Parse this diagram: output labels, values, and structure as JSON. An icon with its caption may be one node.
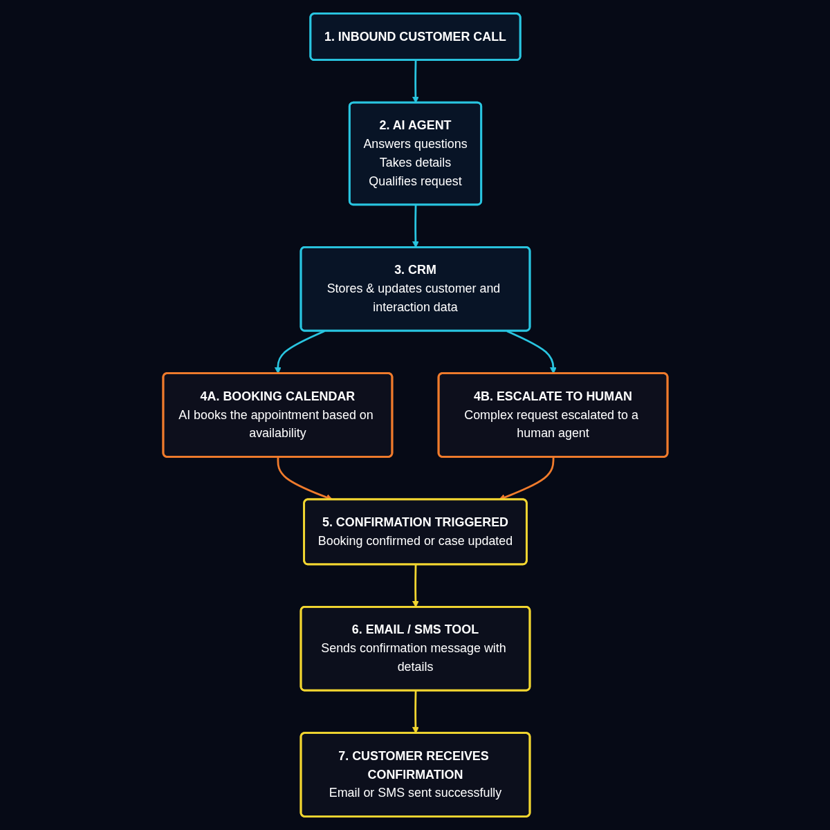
{
  "diagram": {
    "nodes": [
      {
        "text": [
          "1. INBOUND CUSTOMER CALL"
        ]
      },
      {
        "text": [
          "2. AI AGENT",
          "Answers questions",
          "Takes details",
          "Qualifies request"
        ]
      },
      {
        "text": [
          "3. CRM",
          "Stores & updates customer and interaction data"
        ]
      },
      {
        "text": [
          "4A. BOOKING CALENDAR",
          "AI books the appointment based on availability"
        ]
      },
      {
        "text": [
          "4B. ESCALATE TO HUMAN",
          "Complex request escalated to a human agent"
        ]
      },
      {
        "text": [
          "5. CONFIRMATION TRIGGERED",
          "Booking confirmed or case updated"
        ]
      },
      {
        "text": [
          "6. EMAIL / SMS TOOL",
          "Sends confirmation message with details"
        ]
      },
      {
        "text": [
          "7. CUSTOMER RECEIVES CONFIRMATION",
          "Email or SMS sent successfully"
        ]
      }
    ],
    "edges": [
      {
        "from": 0,
        "to": 1,
        "arrow": "to"
      },
      {
        "from": 1,
        "to": 2,
        "arrow": "to"
      },
      {
        "from": 2,
        "to": 3,
        "arrow": "to"
      },
      {
        "from": 2,
        "to": 4,
        "arrow": "to"
      },
      {
        "from": 3,
        "to": 5,
        "arrow": "to",
        "color": "#f07b2c"
      },
      {
        "from": 4,
        "to": 5,
        "arrow": "to",
        "color": "#f07b2c"
      },
      {
        "from": 5,
        "to": 6,
        "arrow": "to",
        "color": "#f2d630"
      },
      {
        "from": 6,
        "to": 7,
        "arrow": "to",
        "color": "#f2d630"
      }
    ]
  }
}
